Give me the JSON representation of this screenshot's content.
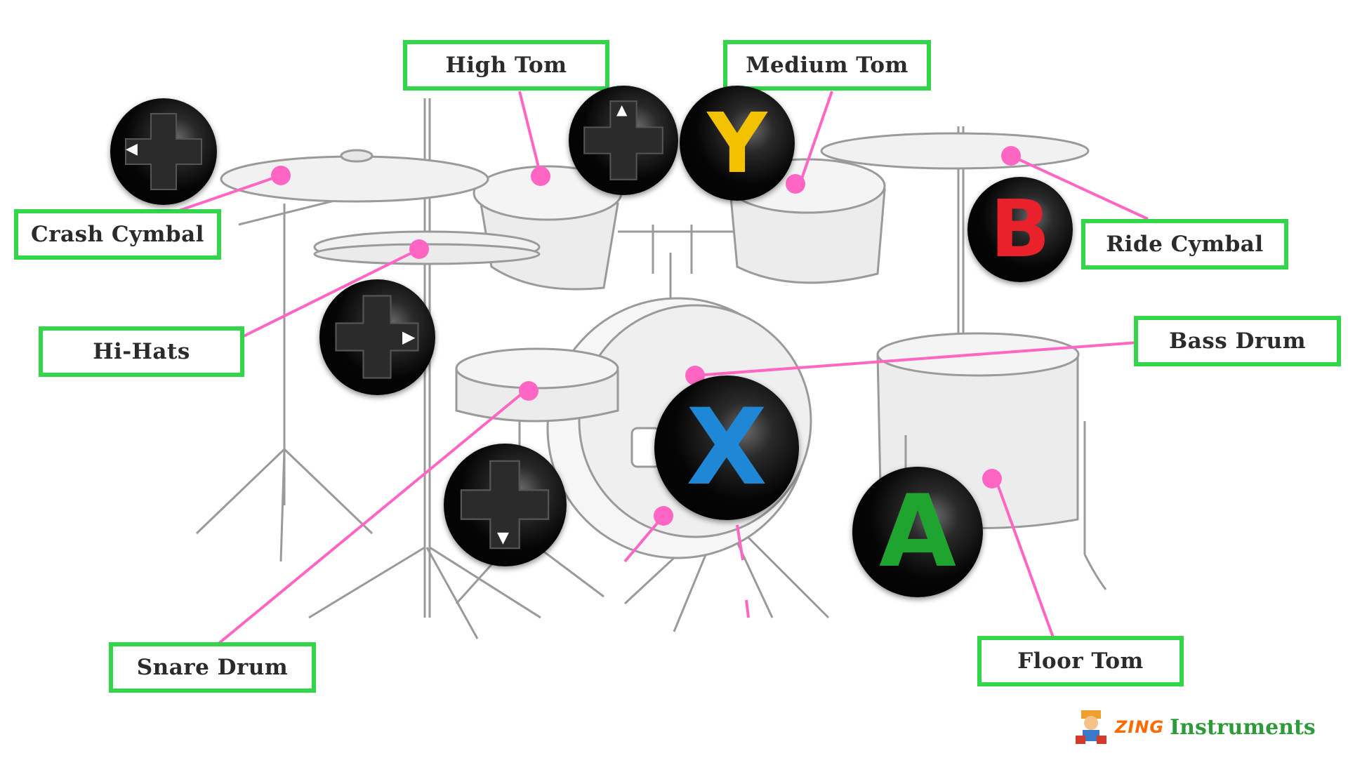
{
  "labels": {
    "high_tom": "High Tom",
    "medium_tom": "Medium Tom",
    "crash_cymbal": "Crash Cymbal",
    "ride_cymbal": "Ride Cymbal",
    "hi_hats": "Hi-Hats",
    "bass_drum": "Bass Drum",
    "snare_drum": "Snare Drum",
    "floor_tom": "Floor Tom"
  },
  "buttons": {
    "y": "Y",
    "b": "B",
    "x": "X",
    "a": "A"
  },
  "dpad": {
    "left": "◀",
    "up": "▲",
    "right": "▶",
    "down": "▼"
  },
  "brand": {
    "part1": "ZING",
    "part2": "Instruments"
  },
  "colors": {
    "label_border": "#33d64b",
    "leader_line": "#ff66c4",
    "button_y": "#f2c200",
    "button_b": "#e8212b",
    "button_x": "#1e88d6",
    "button_a": "#1fa52f"
  }
}
